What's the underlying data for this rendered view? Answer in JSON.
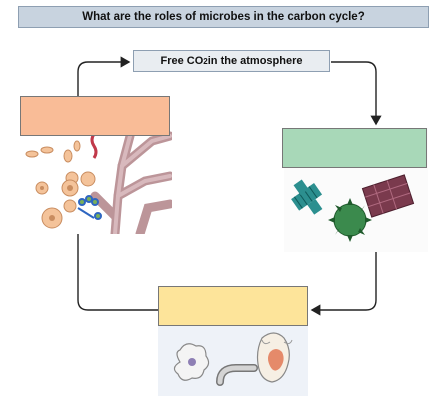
{
  "title": "What are the roles of microbes in the carbon cycle?",
  "co2_box": {
    "text_main": "Free CO",
    "text_sub": "2",
    "text_tail": " in the atmosphere"
  },
  "label_boxes": {
    "left": "",
    "right": "",
    "bottom": ""
  },
  "colors": {
    "title_bg": "#c8d3df",
    "co2_bg": "#e9edf1",
    "left_label": "#f9bc97",
    "right_label": "#a8d8b8",
    "bottom_label": "#fde49a",
    "arrow": "#222222"
  }
}
